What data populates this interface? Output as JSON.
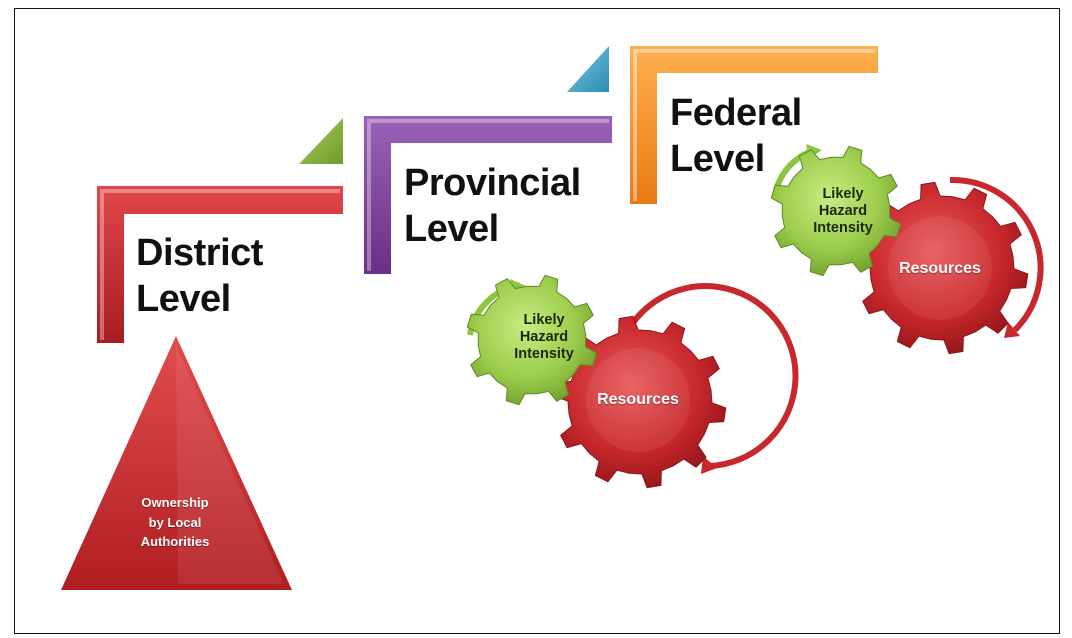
{
  "levels": [
    {
      "line1": "District",
      "line2": "Level",
      "color": "#c8282c"
    },
    {
      "line1": "Provincial",
      "line2": "Level",
      "color": "#7a3f9a"
    },
    {
      "line1": "Federal",
      "line2": "Level",
      "color": "#f08a22"
    }
  ],
  "step_triangles": {
    "green": "#8ab43c",
    "blue": "#3aa3c9"
  },
  "base_triangle": {
    "lines": [
      "Ownership",
      "by Local",
      "Authorities"
    ],
    "color": "#c8282c"
  },
  "gear_sets": [
    {
      "green_gear": {
        "lines": [
          "Likely",
          "Hazard",
          "Intensity"
        ],
        "color": "#8cc63f"
      },
      "red_gear": {
        "label": "Resources",
        "color": "#c82a2e"
      }
    },
    {
      "green_gear": {
        "lines": [
          "Likely",
          "Hazard",
          "Intensity"
        ],
        "color": "#8cc63f"
      },
      "red_gear": {
        "label": "Resources",
        "color": "#c82a2e"
      }
    }
  ]
}
